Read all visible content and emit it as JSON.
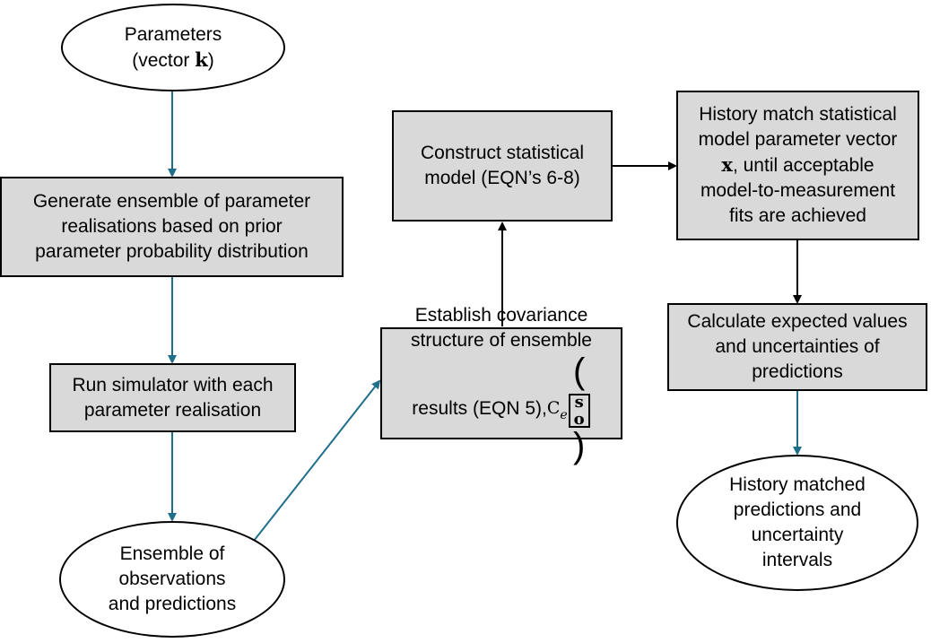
{
  "colors": {
    "box_fill": "#d9d9d9",
    "arrow_teal": "#1f6f8b",
    "arrow_black": "#000000"
  },
  "nodes": {
    "parameters": {
      "line1": "Parameters",
      "line2_prefix": "(vector ",
      "line2_vec": "k",
      "line2_suffix": ")"
    },
    "generate_ensemble": {
      "line1": "Generate ensemble of parameter",
      "line2": "realisations based on prior",
      "line3": "parameter probability distribution"
    },
    "run_simulator": {
      "line1": "Run simulator with each",
      "line2": "parameter realisation"
    },
    "ensemble_obs": {
      "line1": "Ensemble of",
      "line2": "observations",
      "line3": "and predictions"
    },
    "establish_covariance": {
      "line1": "Establish covariance",
      "line2": "structure of ensemble",
      "line3_text": "results (EQN 5), ",
      "ce_symbol": "C",
      "ce_sub": "e",
      "matrix_top": "s",
      "matrix_bottom": "o"
    },
    "construct_model": {
      "line1": "Construct statistical",
      "line2": "model (EQN’s 6-8)"
    },
    "history_match": {
      "line1": "History match statistical",
      "line2": "model parameter vector",
      "line3_vec": "x",
      "line3_rest": ", until acceptable",
      "line4": "model-to-measurement",
      "line5": "fits are achieved"
    },
    "calculate_expected": {
      "line1": "Calculate expected values",
      "line2": "and uncertainties of",
      "line3": "predictions"
    },
    "history_matched_predictions": {
      "line1": "History matched",
      "line2": "predictions and",
      "line3": "uncertainty",
      "line4": "intervals"
    }
  }
}
